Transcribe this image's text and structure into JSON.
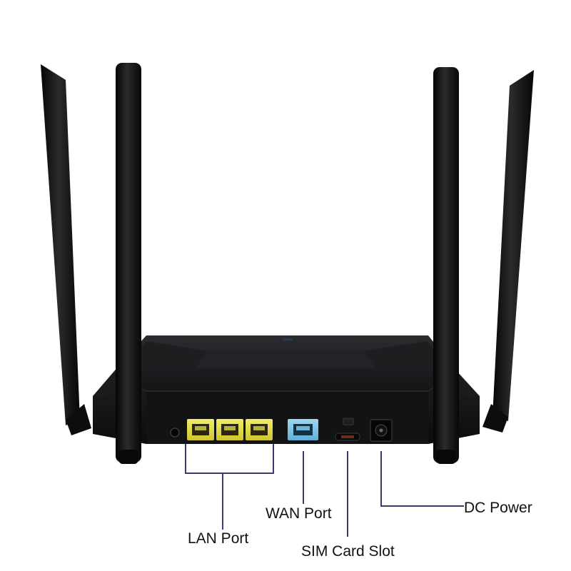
{
  "callouts": {
    "lan_port": "LAN Port",
    "wan_port": "WAN Port",
    "sim_card_slot": "SIM Card Slot",
    "dc_power": "DC Power"
  },
  "colors": {
    "background": "#ffffff",
    "router_body": "#111214",
    "antenna": "#0b0b0c",
    "lan_port": "#e8e04a",
    "wan_port": "#7fc4e6",
    "leader_line": "#3d3a73",
    "label_text": "#111111"
  },
  "router": {
    "antenna_count": 4,
    "lan_port_count": 3,
    "wan_port_count": 1
  }
}
